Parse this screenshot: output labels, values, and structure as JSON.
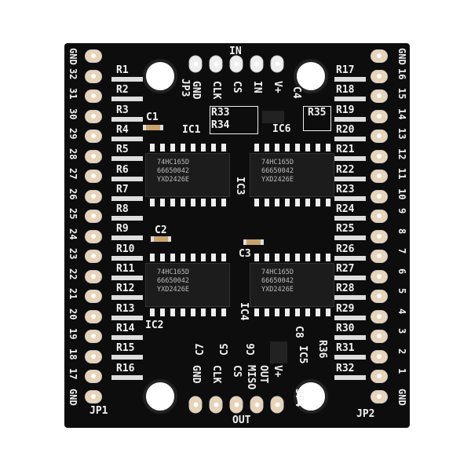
{
  "left_header": {
    "label": "JP1",
    "pins": [
      "GND",
      "32",
      "31",
      "30",
      "29",
      "28",
      "27",
      "26",
      "25",
      "24",
      "23",
      "22",
      "21",
      "20",
      "19",
      "18",
      "17",
      "GND"
    ]
  },
  "right_header": {
    "label": "JP2",
    "pins": [
      "GND",
      "16",
      "15",
      "14",
      "13",
      "12",
      "11",
      "10",
      "9",
      "8",
      "7",
      "6",
      "5",
      "4",
      "3",
      "2",
      "1",
      "GND"
    ]
  },
  "left_resistors": [
    "R1",
    "R2",
    "R3",
    "R4",
    "R5",
    "R6",
    "R7",
    "R8",
    "R9",
    "R10",
    "R11",
    "R12",
    "R13",
    "R14",
    "R15",
    "R16"
  ],
  "right_resistors": [
    "R17",
    "R18",
    "R19",
    "R20",
    "R21",
    "R22",
    "R23",
    "R24",
    "R25",
    "R26",
    "R27",
    "R28",
    "R29",
    "R30",
    "R31",
    "R32"
  ],
  "in_header": {
    "title": "IN",
    "label": "JP3",
    "pins": [
      "GND",
      "CLK",
      "CS",
      "IN",
      "V+"
    ]
  },
  "out_header": {
    "title": "OUT",
    "label": "JP4",
    "pins": [
      "GND",
      "CLK",
      "CS",
      "MISO",
      "OUT",
      "V+"
    ]
  },
  "chip_text": [
    "74HC165D",
    "66650042",
    "YXD2426E"
  ],
  "ics": [
    "IC1",
    "IC3",
    "IC2",
    "IC4"
  ],
  "components": {
    "ic5": "IC5",
    "ic6": "IC6",
    "c1": "C1",
    "c2": "C2",
    "c3": "C3",
    "c4": "C4",
    "c5": "C5",
    "c6": "C6",
    "c7": "C7",
    "c8": "C8",
    "r33": "R33",
    "r34": "R34",
    "r35": "R35",
    "r36": "R36"
  }
}
